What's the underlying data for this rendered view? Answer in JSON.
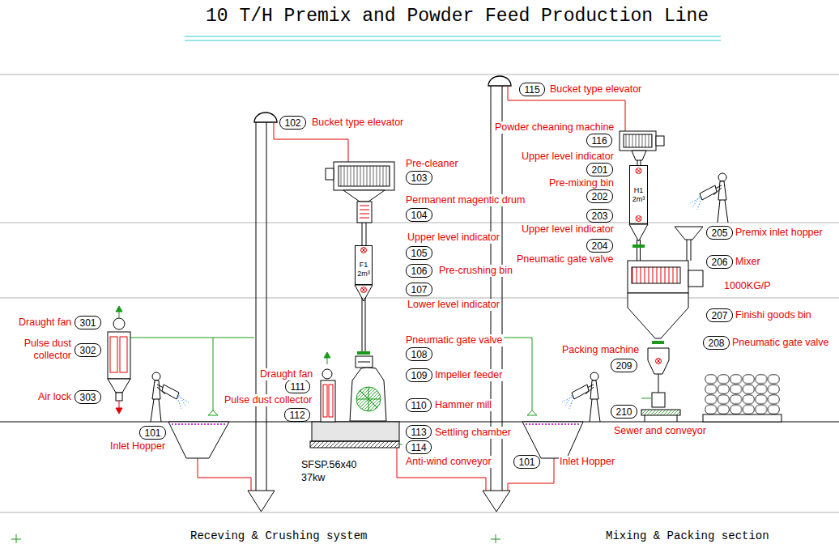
{
  "diagram": {
    "title": "10 T/H Premix and Powder Feed Production Line",
    "nodes": [
      {
        "text": [
          "102",
          "Bucket type elevator"
        ]
      },
      {
        "text": [
          "103",
          "Pre-cleaner"
        ]
      },
      {
        "text": [
          "104",
          "Permanent magentic drum"
        ]
      },
      {
        "text": [
          "105",
          "Upper level indicator"
        ]
      },
      {
        "text": [
          "106",
          "Pre-crushing bin"
        ]
      },
      {
        "text": [
          "F1",
          "2m³"
        ]
      },
      {
        "text": [
          "107",
          "Lower level indicator"
        ]
      },
      {
        "text": [
          "108",
          "Pneumatic gate valve"
        ]
      },
      {
        "text": [
          "109",
          "Impeller feeder"
        ]
      },
      {
        "text": [
          "111",
          "Draught fan"
        ]
      },
      {
        "text": [
          "110",
          "Hammer mill"
        ]
      },
      {
        "text": [
          "112",
          "Pulse dust collector"
        ]
      },
      {
        "text": [
          "113",
          "Settling chamber"
        ]
      },
      {
        "text": [
          "114",
          "Anti-wind conveyor"
        ]
      },
      {
        "text": [
          "301",
          "Draught fan"
        ]
      },
      {
        "text": [
          "302",
          "Pulse dust collector"
        ]
      },
      {
        "text": [
          "303",
          "Air lock"
        ]
      },
      {
        "text": [
          "101",
          "Inlet Hopper"
        ]
      },
      {
        "text": [
          "115",
          "Bucket type elevator"
        ]
      },
      {
        "text": [
          "116",
          "Powder cheaning machine"
        ]
      },
      {
        "text": [
          "201",
          "Upper level indicator"
        ]
      },
      {
        "text": [
          "202",
          "Pre-mixing bin"
        ]
      },
      {
        "text": [
          "H1",
          "2m³"
        ]
      },
      {
        "text": [
          "203",
          "Upper level indicator"
        ]
      },
      {
        "text": [
          "204",
          "Pneumatic gate valve"
        ]
      },
      {
        "text": [
          "205",
          "Premix inlet hopper"
        ]
      },
      {
        "text": [
          "206",
          "Mixer"
        ]
      },
      {
        "text": [
          "207",
          "Finishi goods bin"
        ]
      },
      {
        "text": [
          "208",
          "Pneumatic gate valve"
        ]
      },
      {
        "text": [
          "209",
          "Packing machine"
        ]
      },
      {
        "text": [
          "210",
          "Sewer and conveyor"
        ]
      },
      {
        "text": [
          "101",
          "Inlet Hopper"
        ]
      }
    ],
    "labels": [
      "1000KG/P",
      "SFSP.56x40",
      "37kw",
      "Receving & Crushing system",
      "Mixing & Packing section"
    ]
  }
}
